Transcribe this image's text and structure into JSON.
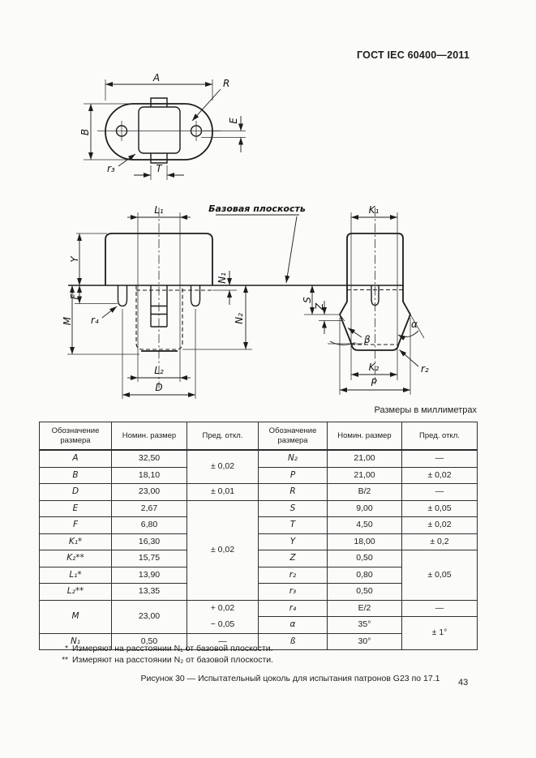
{
  "page": {
    "standard_header": "ГОСТ IEC 60400—2011",
    "units_note": "Размеры в миллиметрах",
    "caption": "Рисунок 30 — Испытательный цоколь для испытания патронов G23 по 17.1",
    "page_number": "43",
    "footnotes": [
      {
        "marker": "*",
        "text": "Измеряют на расстоянии N₁ от базовой плоскости."
      },
      {
        "marker": "**",
        "text": "Измеряют на расстоянии N₂ от базовой плоскости."
      }
    ]
  },
  "figure": {
    "base_plane_label": "Базовая плоскость",
    "labels": {
      "A": "A",
      "B": "B",
      "R": "R",
      "E": "E",
      "T": "T",
      "r3": "r₃",
      "L1": "L₁",
      "L2": "L₂",
      "Y": "Y",
      "F": "F",
      "M": "M",
      "N1": "N₁",
      "N2": "N₂",
      "r4": "r₄",
      "D": "D",
      "K1": "K₁",
      "K2": "K₂",
      "S": "S",
      "Z": "Z",
      "P": "P",
      "r2": "r₂",
      "alpha": "α",
      "beta": "β"
    }
  },
  "table": {
    "headers": {
      "designation": "Обозначение размера",
      "nominal": "Номин. размер",
      "deviation": "Пред. откл."
    },
    "left_rows": [
      {
        "d": "A",
        "n": "32,50"
      },
      {
        "d": "B",
        "n": "18,10"
      },
      {
        "d": "D",
        "n": "23,00"
      },
      {
        "d": "E",
        "n": "2,67"
      },
      {
        "d": "F",
        "n": "6,80"
      },
      {
        "d": "K₁*",
        "n": "16,30"
      },
      {
        "d": "K₂**",
        "n": "15,75"
      },
      {
        "d": "L₁*",
        "n": "13,90"
      },
      {
        "d": "L₂**",
        "n": "13,35"
      },
      {
        "d": "M",
        "n": "23,00"
      },
      {
        "d": "N₁",
        "n": "0,50"
      }
    ],
    "left_devs": {
      "ab": "± 0,02",
      "d": "± 0,01",
      "group": "± 0,02",
      "m_plus": "+ 0,02",
      "m_minus": "− 0,05",
      "n1": "—"
    },
    "right_rows": [
      {
        "d": "N₂",
        "n": "21,00",
        "dev": "—"
      },
      {
        "d": "P",
        "n": "21,00",
        "dev": "± 0,02"
      },
      {
        "d": "R",
        "n": "B/2",
        "dev": "—"
      },
      {
        "d": "S",
        "n": "9,00",
        "dev": "± 0,05"
      },
      {
        "d": "T",
        "n": "4,50",
        "dev": "± 0,02"
      },
      {
        "d": "Y",
        "n": "18,00",
        "dev": "± 0,2"
      },
      {
        "d": "Z",
        "n": "0,50"
      },
      {
        "d": "r₂",
        "n": "0,80"
      },
      {
        "d": "r₃",
        "n": "0,50"
      },
      {
        "d": "r₄",
        "n": "E/2",
        "dev": "—"
      },
      {
        "d": "α",
        "n": "35°"
      },
      {
        "d": "ß",
        "n": "30°"
      }
    ],
    "right_devs": {
      "zgroup": "± 0,05",
      "angles": "± 1°"
    }
  }
}
